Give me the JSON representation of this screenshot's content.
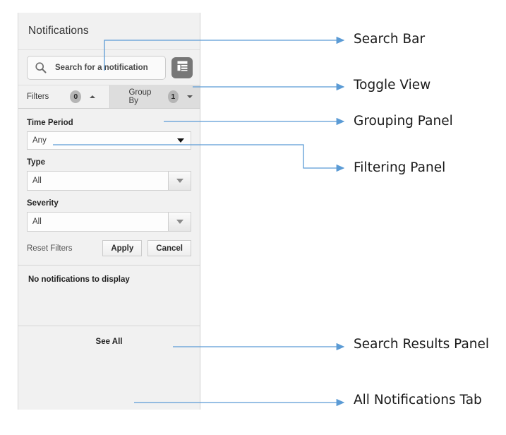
{
  "panel": {
    "title": "Notifications",
    "search": {
      "icon": "search-icon",
      "placeholder": "Search for a notification",
      "value": ""
    },
    "toggle_view": {
      "icon": "list-layout-icon"
    },
    "tabs": [
      {
        "id": "filters",
        "label": "Filters",
        "badge": "0",
        "caret": "up",
        "active": true
      },
      {
        "id": "group-by",
        "label": "Group By",
        "badge": "1",
        "caret": "down",
        "active": false
      }
    ],
    "filters": {
      "fields": [
        {
          "label": "Time Period",
          "value": "Any",
          "style": "plain"
        },
        {
          "label": "Type",
          "value": "All",
          "style": "button"
        },
        {
          "label": "Severity",
          "value": "All",
          "style": "button"
        }
      ],
      "reset_label": "Reset Filters",
      "apply_label": "Apply",
      "cancel_label": "Cancel"
    },
    "results": {
      "empty_message": "No notifications to display"
    },
    "footer": {
      "see_all_label": "See All"
    }
  },
  "annotations": [
    {
      "id": "search-bar",
      "label": "Search Bar"
    },
    {
      "id": "toggle-view",
      "label": "Toggle View"
    },
    {
      "id": "grouping-panel",
      "label": "Grouping Panel"
    },
    {
      "id": "filtering-panel",
      "label": "Filtering Panel"
    },
    {
      "id": "search-results-panel",
      "label": "Search Results Panel"
    },
    {
      "id": "all-notifications-tab",
      "label": "All Notifications Tab"
    }
  ],
  "colors": {
    "panel_bg": "#f1f1f1",
    "toggle_button": "#777777",
    "connector": "#5b9bd5",
    "active_tab": "#f1f1f1",
    "inactive_tab": "#dddddd",
    "badge": "#b5b5b5"
  }
}
